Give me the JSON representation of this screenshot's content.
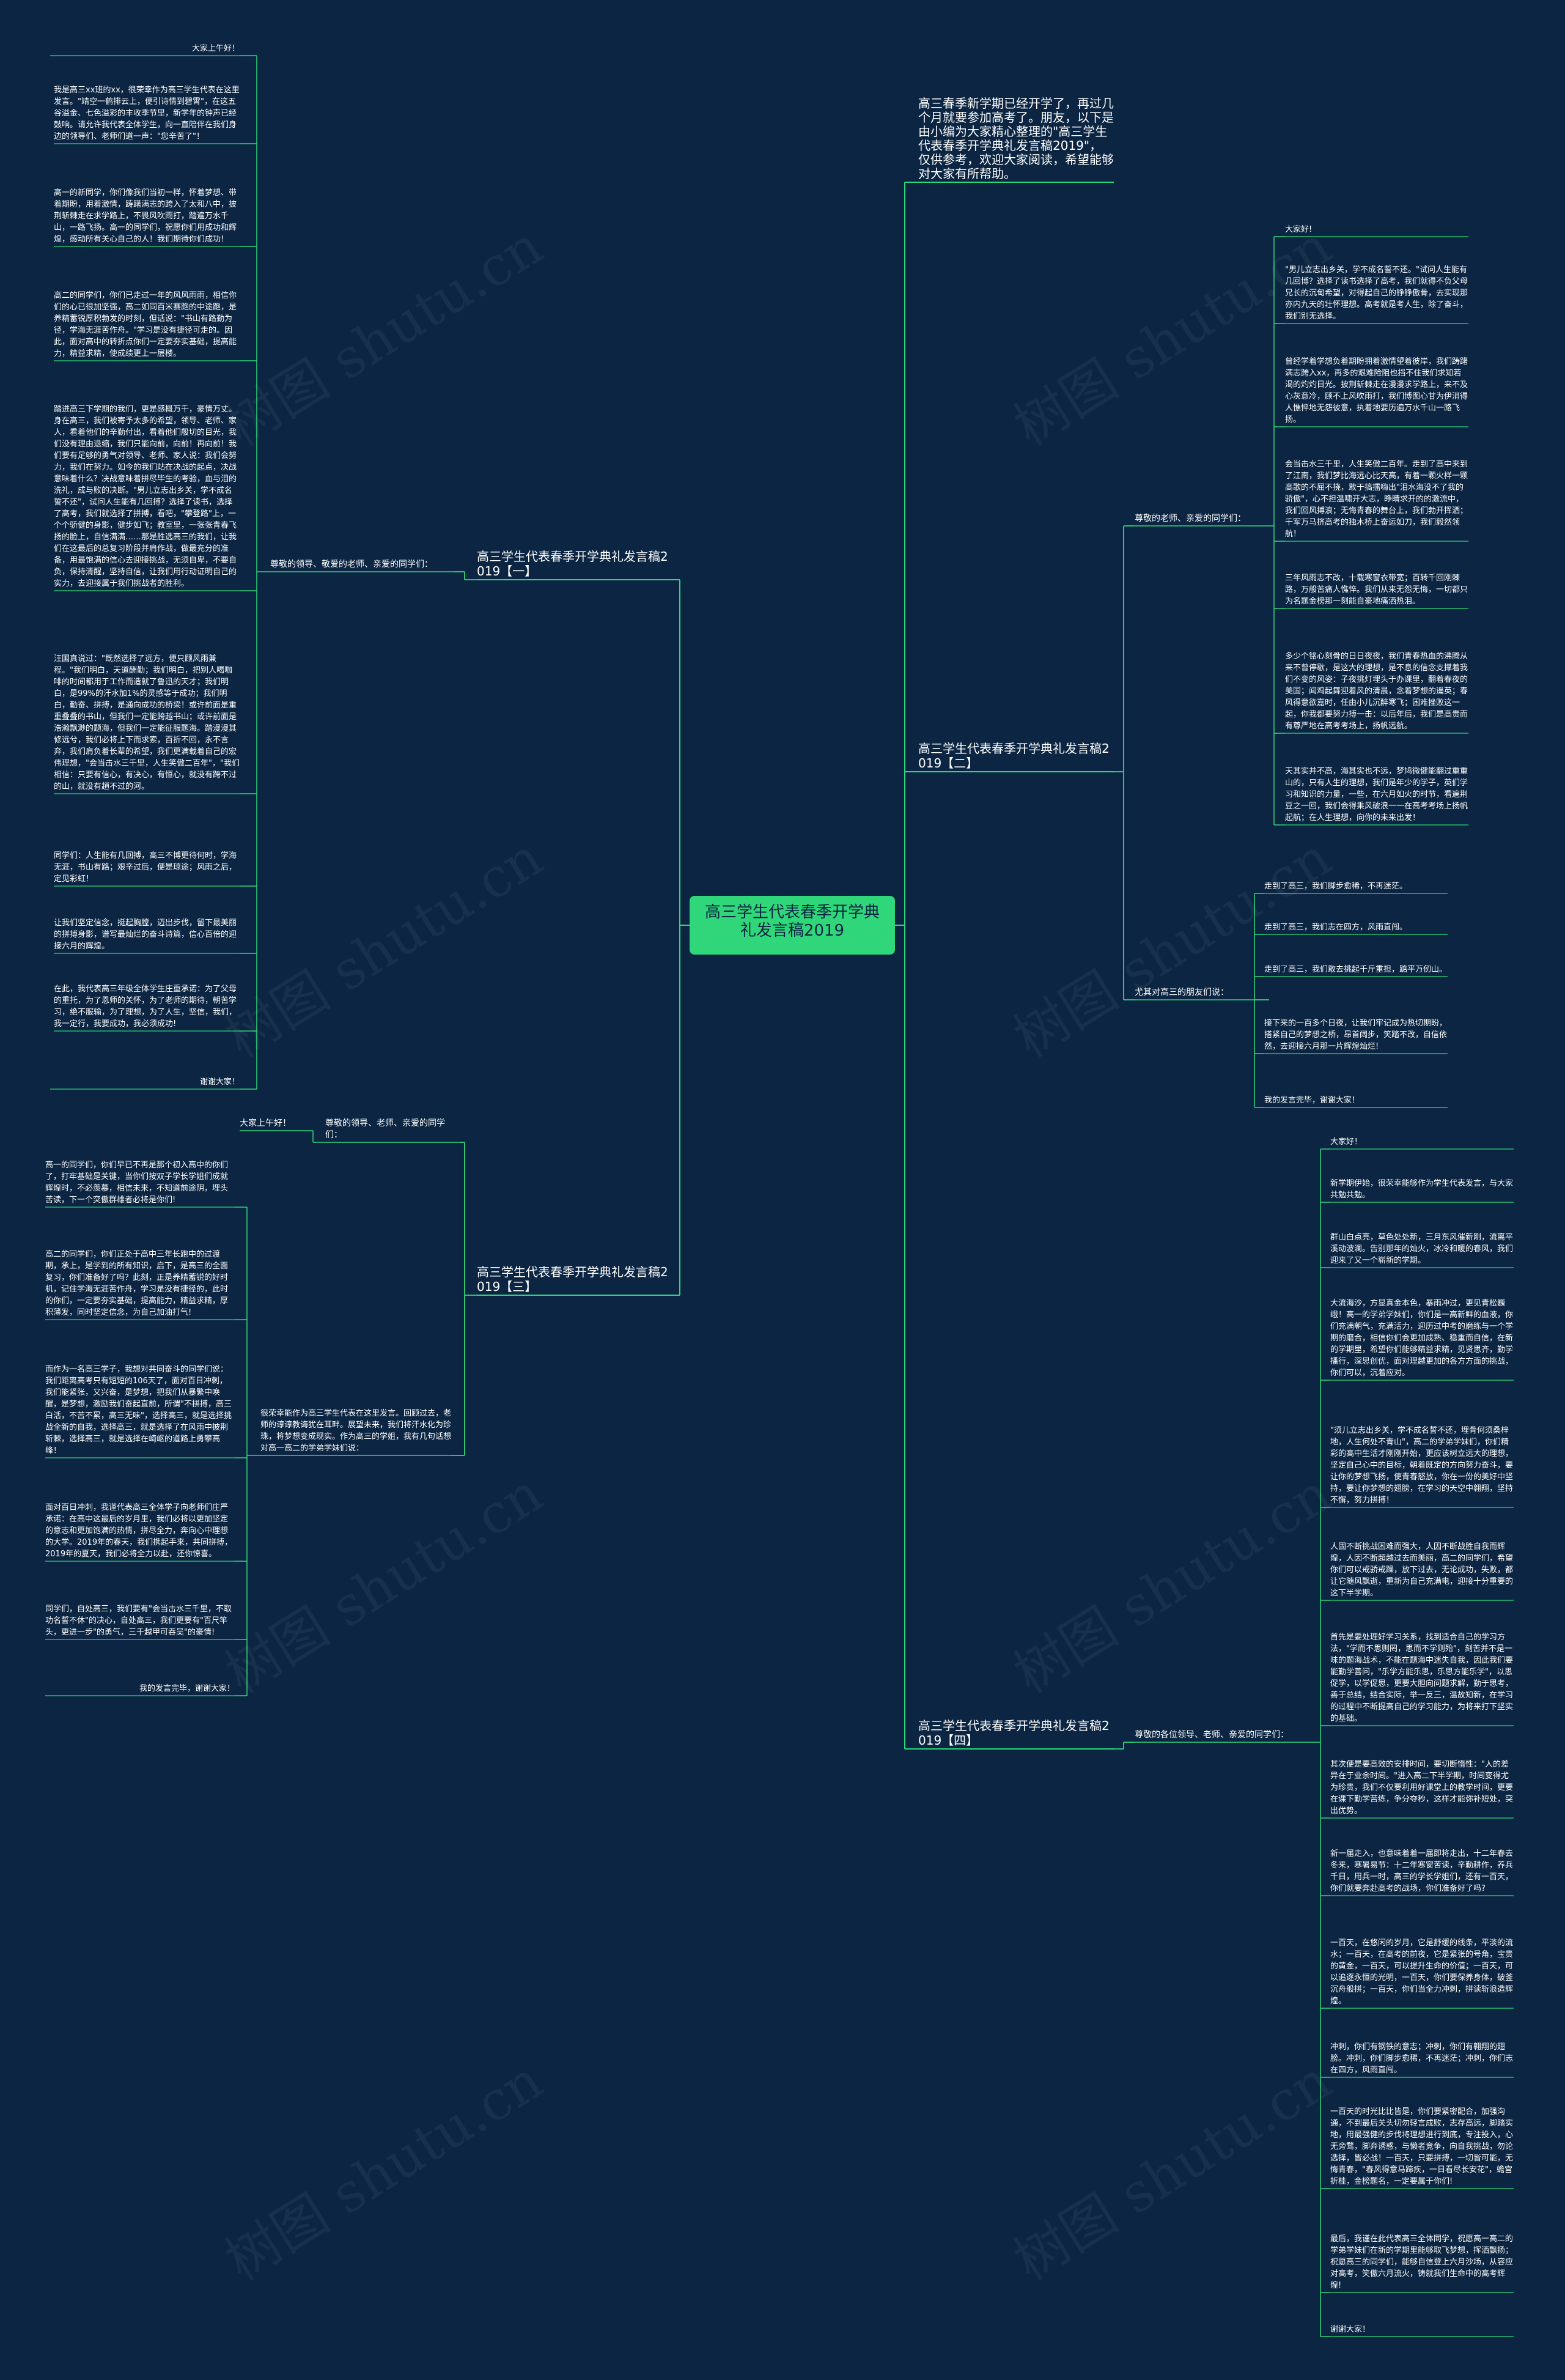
{
  "watermark": "树图 shutu.cn",
  "root": {
    "label": "高三学生代表春季开学典礼发言稿2019"
  },
  "intro": "高三春季新学期已经开学了，再过几个月就要参加高考了。朋友，以下是由小编为大家精心整理的\"高三学生代表春季开学典礼发言稿2019\"，仅供参考，欢迎大家阅读，希望能够对大家有所帮助。",
  "branch1": {
    "title": "高三学生代表春季开学典礼发言稿2019【一】",
    "salutation": "尊敬的领导、敬爱的老师、亲爱的同学们：",
    "paras": [
      "大家上午好！",
      "我是高三xx班的xx，很荣幸作为高三学生代表在这里发言。\"靖空一鹤排云上，便引诗情到碧霄\"，在这五谷溢金、七色溢彩的丰收季节里，新学年的钟声已经鼓响。请允许我代表全体学生，向一直陪伴在我们身边的领导们、老师们道一声：\"您辛苦了\"！",
      "高一的新同学，你们像我们当初一样，怀着梦想、带着期盼，用着激情，踌躇满志的跨入了太和八中，披荆斩棘走在求学路上，不畏风吹雨打，踏遍万水千山，一路飞扬。高一的同学们，祝愿你们用成功和辉煌，感动所有关心自己的人！我们期待你们成功!",
      "高二的同学们，你们已走过一年的风风雨雨，相信你们的心已很加坚强，高二如同百米赛跑的中途跑，是养精蓄锐厚积勃发的时刻，但话说：\"书山有路勤为径，学海无涯苦作舟。\"学习是没有捷径可走的。因此，面对高中的转折点你们一定要夯实基础，提高能力，精益求精，使成绩更上一层楼。",
      "踏进高三下学期的我们，更是感概万千，豪情万丈。身在高三，我们被寄予太多的希望，领导、老师、家人，看着他们的辛勤付出，看着他们殷切的目光，我们没有理由退缩，我们只能向前，向前！再向前！我们要有足够的勇气对领导、老师、家人说：我们会努力，我们在努力。如今的我们站在决战的起点，决战意味着什么？决战意味着拼尽毕生的考验，血与泪的洗礼，成与败的决断。\"男儿立志出乡关，学不成名誓不还\"，试问人生能有几回搏？选择了读书，选择了高考，我们就选择了拼搏，看吧，\"攀登路\"上，一个个骄健的身影，健步如飞；教室里，一张张青春飞扬的脸上，自信满满……那是胜选高三的我们，让我们在这最后的总复习阶段并肩作战，做最充分的准备，用最饱满的信心去迎接挑战，无须自卑，不要自负，保持清醒，坚持自信，让我们用行动证明自己的实力，去迎接属于我们挑战者的胜利。",
      "汪国真说过：\"既然选择了远方，便只顾风雨兼程。\"我们明白，天道酬勤；我们明白，把别人喝咖啡的时间都用于工作而造就了鲁迅的天才；我们明白，是99%的汗水加1%的灵感等于成功；我们明白，勤奋、拼搏，是通向成功的桥梁！或许前面是重重叠叠的书山，但我们一定能跨越书山；或许前面是浩瀚飘渺的题海，但我们一定能征服题海。踏漫漫其修远兮，我们必将上下而求索，百折不回，永不言弃，我们肩负着长辈的希望，我们更满载着自己的宏伟理想，\"会当击水三千里，人生笑傲二百年\"，\"我们相信：只要有信心，有决心，有恒心，就没有跨不过的山，就没有趟不过的河。",
      "同学们：人生能有几回搏，高三不博更待何时，学海无涯，书山有路；艰辛过后，便是琼途；风雨之后，定见彩虹！",
      "让我们坚定信念，挺起胸膛，迈出步伐，留下最美丽的拼搏身影，谱写最灿烂的奋斗诗篇，信心百倍的迎接六月的辉煌。",
      "在此，我代表高三年级全体学生庄重承诺：为了父母的重托，为了恩师的关怀，为了老师的期待，朝苦学习，绝不服输，为了理想，为了人生，坚信，我们，我一定行，我要成功，我必须成功!",
      "谢谢大家！"
    ]
  },
  "branch2": {
    "title": "高三学生代表春季开学典礼发言稿2019【二】",
    "salutation": "尊敬的老师、亲爱的同学们：",
    "paras": [
      "大家好!",
      "\"男儿立志出乡关，学不成名誓不还。\"试问人生能有几回博？选择了读书选择了高考，我们就得不负父母兄长的沉甸希望，对得起自己的铮铮傲骨，去实现那亦内九天的壮怀理想。高考就是考人生，除了奋斗，我们别无选择。",
      "曾经学着学想负着期盼拥着激情望着彼岸，我们踌躇满志跨入xx，再多的艰难险阻也挡不住我们求知若渴的灼灼目光。披荆斩棘走在漫漫求学路上，来不及心灰意冷，顾不上风吹雨打，我们博图心甘为伊消得人憔悴地无怨彼意，执着地要历遍万水千山一路飞扬。",
      "会当击水三千里，人生笑傲二百年。走到了高中来到了江南，我们梦比海远心比天高，有着一颗火样一颗高歌的不屈不挠，敢于搞擂嗨出\"泪水海没不了我的骄傲\"，心不担温啸开大志，睁睛求开的的激流中，我们回风搏浪；无悔青春的舞台上，我们勃开挥洒；千军万马挤高考的独木桥上奋运如刀，我们毅然领航！",
      "三年风雨志不改，十载寒窗衣带宽；百转千回刚棘路，万般苦痛人憔悴。我们从来无怨无悔，一切都只为名题金榜那一刻能自豪地痛洒热泪。",
      "多少个铭心刻骨的日日夜夜，我们青春热血的沸腾从来不曾停歇，是这大的理想，是不息的信念支撑着我们不变的风姿：子夜挑灯埋头于办课里，翻着春夜的美国；闻鸡起舞迎着风的清晨，念着梦想的遥英；春风得意欲嘉时，任由小儿沉醉寒飞；困难挫败这一起，你我都要努力搏一击：以后年后，我们是高贵而有尊严地在高考考场上，扬帆远航。",
      "天其实并不高，海其实也不远，梦鸠微健能翻过重重山的，只有人生的理想，我们是年少的学子，英们学习和知识的力量，一些，在六月如火的时节，看遍荆豆之一回，我们会得乘风破浪一一在高考考场上扬帆起航；在人生理想，向你的未来出发！"
    ],
    "sub2": {
      "salutation": "尤其对高三的朋友们说：",
      "paras": [
        "走到了高三，我们脚步愈稀，不再迷茫。",
        "走到了高三，我们志在四方，风雨直闯。",
        "走到了高三，我们敢去挑起千斤重担，踮平万仞山。",
        "接下来的一百多个日夜，让我们牢记成为热切期盼，搭紧自己的梦想之桥，昂首阔步，笑踏不改，自信依然，去迎接六月那一片辉煌灿烂!",
        "我的发言完毕，谢谢大家！"
      ]
    }
  },
  "branch3": {
    "title": "高三学生代表春季开学典礼发言稿2019【三】",
    "sub1": {
      "salutation": "尊敬的领导、老师、亲爱的同学们：",
      "paras": [
        "大家上午好！"
      ]
    },
    "sub2": {
      "salutation": "很荣幸能作为高三学生代表在这里发言。回顾过去，老师的谆谆教诲犹在耳畔。展望未来，我们将汗水化为珍珠，将梦想变成现实。作为高三的学姐，我有几句话想对高一高二的学弟学妹们说：",
      "paras": [
        "高一的同学们，你们早已不再是那个初入高中的你们了，打牢基础是关键，当你们按双子学长学姐们成就辉煌时，不必羡慕，相信未来，不知道前途阴，埋头苦读，下一个突傲群雄者必将是你们!",
        "高二的同学们，你们正处于高中三年长跑中的过渡期，承上，是学到的所有知识，启下，是高三的全面复习，你们准备好了吗？此刻，正是养精蓄锐的好时机，记住学海无涯苦作舟，学习是没有捷径的，此时的你们，一定要夯实基础，提高能力，精益求精，厚积薄发，同时坚定信念，为自己加油打气!",
        "而作为一名高三学子，我想对共同奋斗的同学们说：我们距离高考只有短短的106天了，面对百日冲刺，我们能紧张，又兴奋，是梦想，把我们从暴繁中唤醒，是梦想，激励我们奋起直前，所谓\"不拼搏，高三白活，不苦不累，高三无味\"，选择高三，就是选择挑战全新的自我，选择高三，就是选择了在风雨中披荆斩棘，选择高三，就是选择在崎岖的道路上勇攀高峰！",
        "面对百日冲刺，我谨代表高三全体学子向老师们庄严承诺：在高中这最后的岁月里，我们必将以更加坚定的意志和更加饱满的热情，拼尽全力，奔向心中理想的大学。2019年的春天，我们携起手来，共同拼搏，2019年的夏天，我们必将全力以赴，还你惊喜。",
        "同学们，自处高三，我们要有\"会当击水三千里，不取功名誓不休\"的决心，自处高三，我们更要有\"百尺竿头，更进一步\"的勇气，三千越甲可吞吴\"的豪情!",
        "我的发言完毕，谢谢大家！"
      ]
    }
  },
  "branch4": {
    "title": "高三学生代表春季开学典礼发言稿2019【四】",
    "salutation": "尊敬的各位领导、老师、亲爱的同学们：",
    "paras": [
      "大家好！",
      "新学期伊始，很荣幸能够作为学生代表发言，与大家共勉共勉。",
      "群山白点亮，草色处处新，三月东风催新刚，流离平溪动波澜。告别那年的灿火，冰冷和暖的春风，我们迎来了又一个崭新的学期。",
      "大流海沙，方显真金本色，暴雨冲过，更见青松巍峨！高一的学弟学妹们，你们是一高新鲜的血液，你们充满朝气，充满活力，迎历过中考的磨练与一个学期的磨合，相信你们会更加成熟、稳重而自信，在新的学期里，希望你们能够精益求精，见贤思齐，勤学播行，深思创优，面对理越更加的各方方面的挑战，你们可以，沉着应对。",
      "\"须儿立志出乡关，学不成名誓不还，埋骨何须桑梓地，人生何处不青山\"，高二的学弟学妹们，你们精彩的高中生活才刚刚开始，更应该树立远大的理想，坚定自己心中的目标，朝着既定的方向努力奋斗，要让你的梦想飞扬，使青春怒放，你在一份的美好中坚持，要让你梦想的翅膀，在学习的天空中翱翔，坚持不懈，努力拼搏！",
      "人固不断挑战困难而强大，人因不断战胜自我而辉煌，人因不断超越过去而美丽，高二的同学们，希望你们可以戒骄戒躁，放下过去，无论成功，失败，都让它随风飘逝，重新为自己充满电，迎接十分重要的这下半学期。",
      "首先是要处理好学习关系，找到适合自己的学习方法，\"学而不思则罔，思而不学则殆\"，刻苦并不是一味的题海战术，不能在题海中迷失自我，因此我们要能勤学善问，\"乐学方能乐思，乐思方能乐学\"，以思促学，以学促思，更要大胆向问题求解，勤于思考，善于总结，结合实际，举一反三，温故知新，在学习的过程中不断提高自己的学习能力，为将来打下坚实的基础。",
      "其次便是要高效的安排时间，要切断惰性：\"人的差异在于业余时间。\"进入高二下半学期，时间变得尤为珍贵，我们不仅要利用好课堂上的教学时间，更要在课下勤学苦练，争分夺秒，这样才能弥补短处，突出优势。",
      "新一届走入，也意味着着一届即将走出，十二年春去冬来，寒暑易节：十二年寒窗苦读，辛勤耕作，养兵千日，用兵一时，高三的学长学姐们，还有一百天，你们就要奔赴高考的战场，你们准备好了吗?",
      "一百天，在悠闲的岁月，它是舒缓的线条，平淡的流水；一百天，在高考的前夜，它是紧张的号角，宝贵的黄金，一百天，可以提升生命的价值；一百天，可以追逐永恒的光明，一百天，你们要保养身体，破釜沉舟般拼；一百天，你们当全力冲刺，拼读斩浪造辉煌。",
      "冲刺，你们有钢铁的意志；冲刺，你们有翱翔的翅膀。冲刺，你们脚步愈稀，不再迷茫；冲刺，你们志在四方，风雨直闯。",
      "一百天的时光比比皆是，你们要紧密配合，加强沟通，不到最后关头切勿轻言成败，志存高远，脚踏实地，用最强健的步伐将理想进行到底，专注投入，心无旁骛，脚弃诱惑，与懒者竞争，向自我挑战，勿论选择，皆必战！一百天，只要拼搏，一切皆可能，无悔青春，\"春风得意马蹄疾，一日看尽长安花\"，蟾宫折桂，金榜题名，一定要属于你们!",
      "最后，我谨在此代表高三全体同学，祝愿高一高二的学弟学妹们在新的学期里能够取飞梦想，挥洒飘扬；祝愿高三的同学们，能够自信登上六月沙场，从容应对高考，笑傲六月流火，铸就我们生命中的高考辉煌!",
      "谢谢大家！"
    ]
  }
}
